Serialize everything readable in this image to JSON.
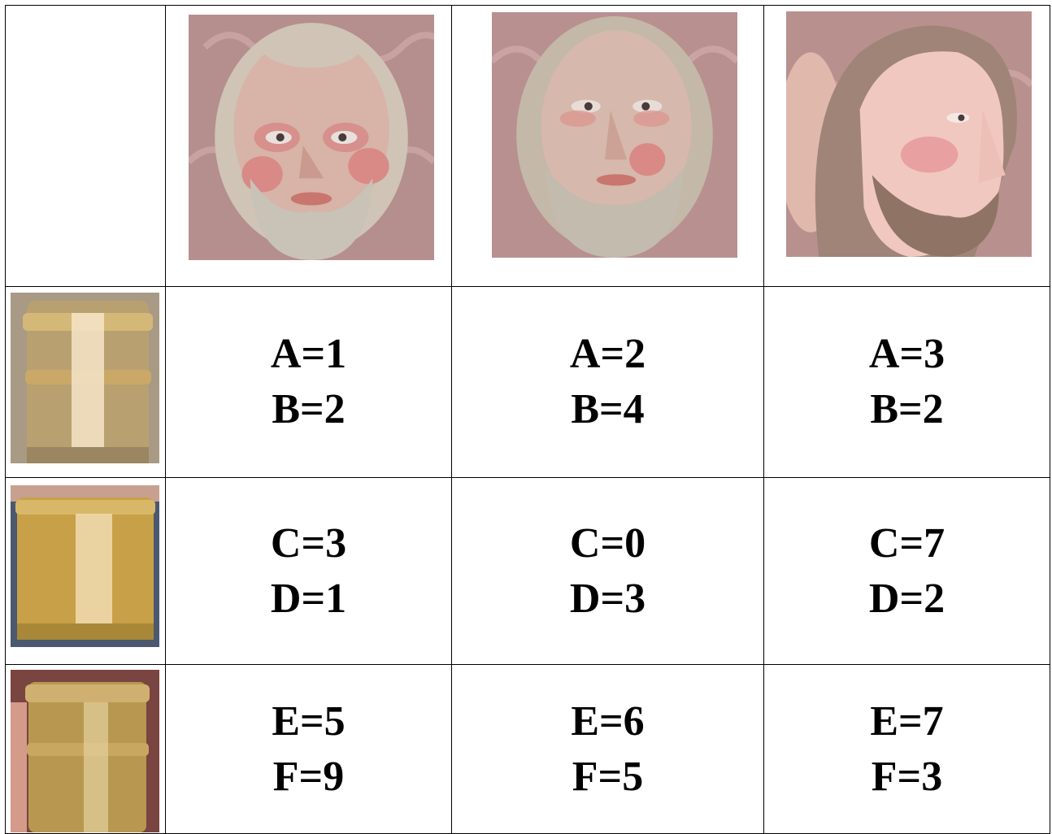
{
  "faces": [
    {
      "icon": "bearded-saint-head-image-curly-beard"
    },
    {
      "icon": "bearded-saint-head-image-straight-beard"
    },
    {
      "icon": "jesus-head-image-profile"
    }
  ],
  "jars": [
    {
      "icon": "golden-jar-image-blurred"
    },
    {
      "icon": "golden-jar-image-front"
    },
    {
      "icon": "golden-jar-image-ribbed"
    }
  ],
  "rows": [
    {
      "cells": [
        {
          "line1": "A=1",
          "line2": "B=2"
        },
        {
          "line1": "A=2",
          "line2": "B=4"
        },
        {
          "line1": "A=3",
          "line2": "B=2"
        }
      ]
    },
    {
      "cells": [
        {
          "line1": "C=3",
          "line2": "D=1"
        },
        {
          "line1": "C=0",
          "line2": "D=3"
        },
        {
          "line1": "C=7",
          "line2": "D=2"
        }
      ]
    },
    {
      "cells": [
        {
          "line1": "E=5",
          "line2": "F=9"
        },
        {
          "line1": "E=6",
          "line2": "F=5"
        },
        {
          "line1": "E=7",
          "line2": "F=3"
        }
      ]
    }
  ],
  "colors": {
    "wallpaper": "#b08a8a",
    "skin": "#d9b3a8",
    "gold": "#c9a24a"
  }
}
